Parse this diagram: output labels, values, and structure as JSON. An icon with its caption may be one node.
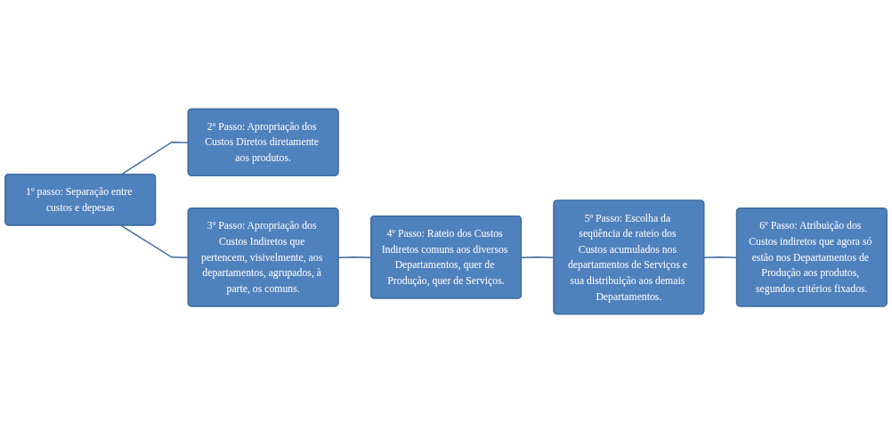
{
  "diagram": {
    "nodes": [
      {
        "text": [
          "1º passo: Separação entre custos e depesas"
        ]
      },
      {
        "text": [
          "2º Passo: Apropriação dos Custos Diretos diretamente aos produtos."
        ]
      },
      {
        "text": [
          "3º Passo: Apropriação dos Custos Indiretos que pertencem, visivelmente, aos departamentos, agrupados, à parte, os comuns."
        ]
      },
      {
        "text": [
          "4º Passo: Rateio dos Custos Indiretos comuns aos diversos Departamentos, quer de Produção, quer de Serviços."
        ]
      },
      {
        "text": [
          "5º Passo: Escolha da seqüência de rateio dos Custos acumulados nos departamentos de Serviços e sua distribuição aos demais Departamentos."
        ]
      },
      {
        "text": [
          "6º Passo: Atribuição dos Custos indiretos que agora só estão nos Departamentos de Produção aos produtos, segundos critérios fixados."
        ]
      }
    ],
    "edges": [
      {
        "from": 0,
        "to": 1,
        "arrow": "none"
      },
      {
        "from": 0,
        "to": 2,
        "arrow": "none"
      },
      {
        "from": 2,
        "to": 3,
        "arrow": "none"
      },
      {
        "from": 3,
        "to": 4,
        "arrow": "none"
      },
      {
        "from": 4,
        "to": 5,
        "arrow": "none"
      }
    ]
  }
}
